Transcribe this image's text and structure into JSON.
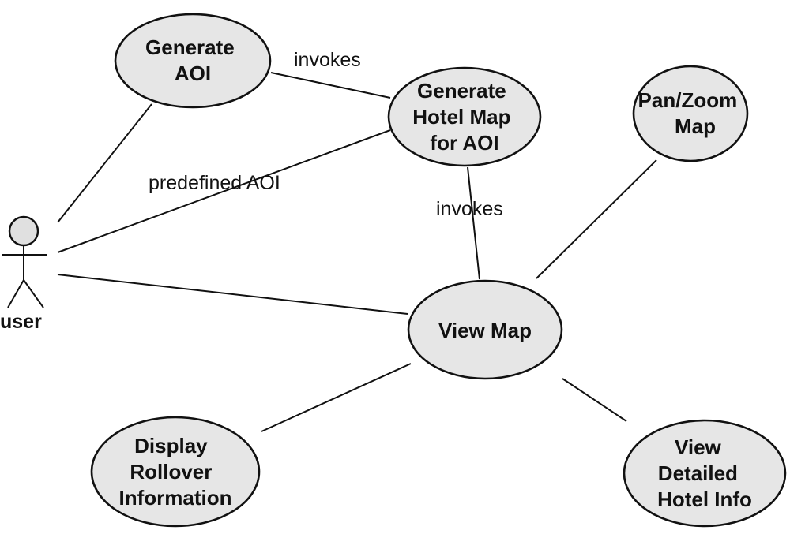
{
  "actor": {
    "name": "user"
  },
  "use_cases": {
    "generate_aoi": [
      "Generate",
      "AOI"
    ],
    "generate_hotel_map": [
      "Generate",
      "Hotel Map",
      "for AOI"
    ],
    "pan_zoom_map": [
      "Pan/Zoom",
      "Map"
    ],
    "view_map": [
      "View Map"
    ],
    "display_rollover": [
      "Display",
      "Rollover",
      "Information"
    ],
    "view_detailed_hotel_info": [
      "View",
      "Detailed",
      "Hotel Info"
    ]
  },
  "edge_labels": {
    "invokes_top": "invokes",
    "predefined_aoi": "predefined AOI",
    "invokes_middle": "invokes"
  }
}
